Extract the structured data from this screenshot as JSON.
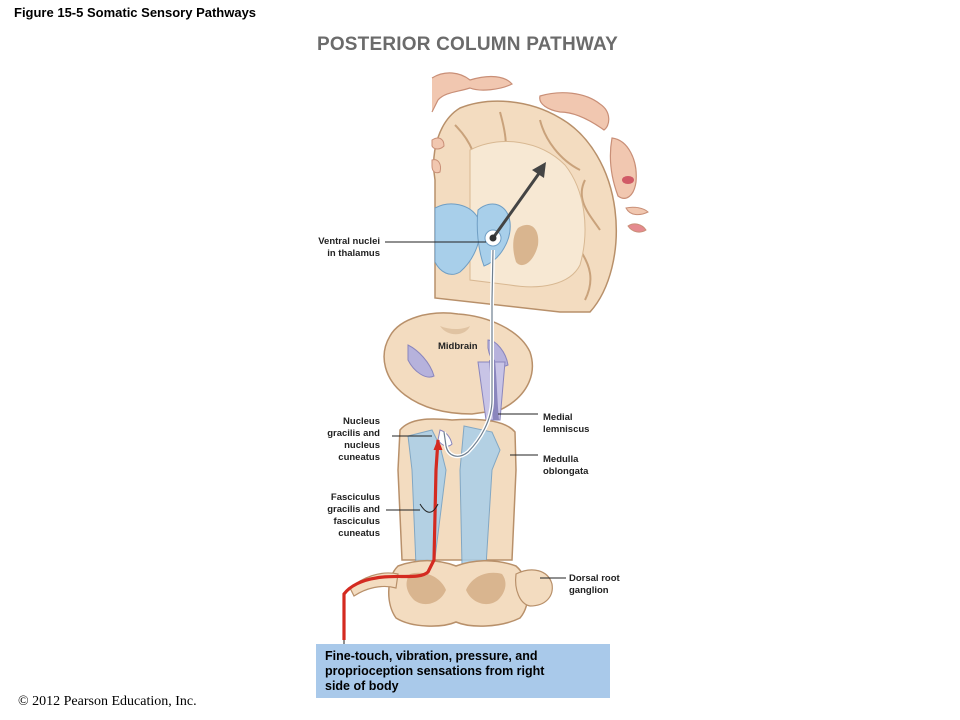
{
  "figure_title": "Figure 15-5  Somatic Sensory Pathways",
  "main_title": "POSTERIOR COLUMN PATHWAY",
  "labels": {
    "ventral_nuclei": [
      "Ventral nuclei",
      "in thalamus"
    ],
    "midbrain": "Midbrain",
    "nucleus_gracilis": [
      "Nucleus",
      "gracilis and",
      "nucleus",
      "cuneatus"
    ],
    "medial_lemniscus": [
      "Medial",
      "lemniscus"
    ],
    "medulla": [
      "Medulla",
      "oblongata"
    ],
    "fasciculus": [
      "Fasciculus",
      "gracilis and",
      "fasciculus",
      "cuneatus"
    ],
    "dorsal_root": [
      "Dorsal root",
      "ganglion"
    ]
  },
  "caption": [
    "Fine-touch, vibration, pressure, and",
    "proprioception sensations from right",
    "side of body"
  ],
  "copyright": "© 2012 Pearson Education, Inc.",
  "colors": {
    "tissue": "#f3dcc0",
    "tissue_outline": "#b8906a",
    "blue": "#a8cfea",
    "purple": "#b6b2dc",
    "pathway_red": "#d42a20",
    "caption_bg": "#a9c9ea"
  }
}
